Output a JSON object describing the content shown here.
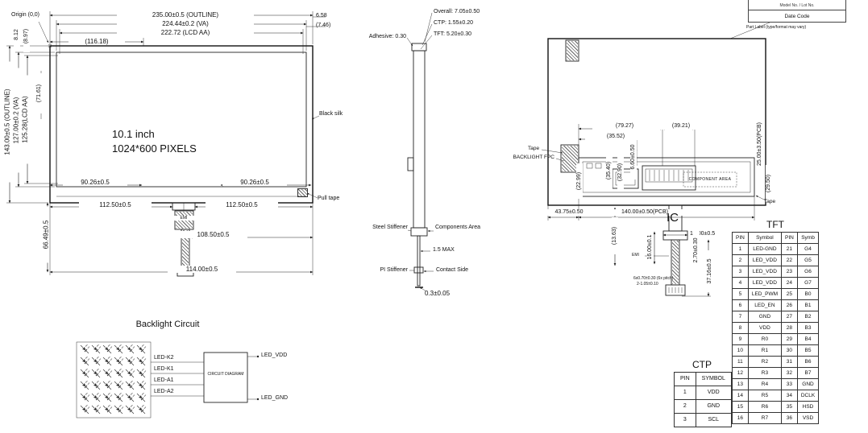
{
  "front_view": {
    "display_line1": "10.1 inch",
    "display_line2": "1024*600 PIXELS",
    "origin": "Origin (0,0)",
    "dim_outline": "235.00±0.5 (OUTLINE)",
    "dim_va": "224.44±0.2 (VA)",
    "dim_aa": "222.72 (LCD AA)",
    "dim_658": "6.58",
    "dim_746": "(7.46)",
    "dim_11618": "(116.18)",
    "dim_v_outline": "143.00±0.5 (OUTLINE)",
    "dim_v_va": "127.00±0.2 (VA)",
    "dim_v_aa": "125.28(LCD AA)",
    "dim_812": "8.12",
    "dim_897": "(8.97)",
    "dim_7161": "(71.61)",
    "dim_9026_l": "90.26±0.5",
    "dim_9026_r": "90.26±0.5",
    "dim_11250_l": "112.50±0.5",
    "dim_11250_r": "112.50±0.5",
    "dim_6649": "66.49±0.5",
    "dim_10850": "108.50±0.5",
    "dim_11400": "114.00±0.5",
    "black_silk": "Black silk",
    "pull_tape": "Pull tape",
    "emi": "EMI"
  },
  "side_view": {
    "overall": "Overall: 7.05±0.50",
    "ctp": "CTP: 1.55±0.20",
    "tft": "TFT: 5.20±0.30",
    "adhesive": "Adhesive: 0.30",
    "steel_stiffener": "Steel Stiffener",
    "components_area": "Components Area",
    "max15": "1.5 MAX",
    "pi_stiffener": "PI Stiffener",
    "contact_side": "Contact Side",
    "dim_03": "0.3±0.05"
  },
  "back_view": {
    "dim_7927": "(79.27)",
    "dim_3921": "(39.21)",
    "dim_3552": "(35.52)",
    "dim_660": "6.60±0.50",
    "dim_2500": "25.00±3.50(PCB)",
    "dim_3540": "(35.40)",
    "dim_3290": "(32.90)",
    "dim_2299": "(22.99)",
    "dim_2950": "(29.50)",
    "tape_top": "Tape",
    "tape_bottom": "Tape",
    "backlight_fpc": "BACKLIGHT FPC",
    "component_area": "COMPONENT AREA",
    "dim_4375": "43.75±0.50",
    "dim_14000": "140.00±0.50(PCB)",
    "dim_1363": "(13.63)",
    "dim_1600": "16.00±0.1",
    "dim_1800": "18.00±0.5",
    "ic": "IC",
    "dim_270": "2.70±0.30",
    "dim_3716": "37.16±0.5",
    "emi": "EMI",
    "conn_note1": "6x0.70±0.30 (6x pitch)",
    "conn_note2": "2-1.05±0.10"
  },
  "part_label_box": {
    "line1": "Model No. / Lot No.",
    "line2": "Date Code",
    "caption": "Part Label (type/format may vary)"
  },
  "backlight": {
    "title": "Backlight Circuit",
    "box_label": "CIRCUIT DIAGRAM",
    "k2": "LED-K2",
    "k1": "LED-K1",
    "a1": "LED-A1",
    "a2": "LED-A2",
    "vdd": "LED_VDD",
    "gnd": "LED_GND",
    "grid": {
      "rows": 6,
      "cols": 6
    }
  },
  "tables": {
    "tft": {
      "title": "TFT",
      "headers": [
        "PIN",
        "Symbol",
        "PIN",
        "Symb"
      ],
      "rows": [
        [
          "1",
          "LED-GND",
          "21",
          "G4"
        ],
        [
          "2",
          "LED_VDD",
          "22",
          "G5"
        ],
        [
          "3",
          "LED_VDD",
          "23",
          "G6"
        ],
        [
          "4",
          "LED_VDD",
          "24",
          "G7"
        ],
        [
          "5",
          "LED_PWM",
          "25",
          "B0"
        ],
        [
          "6",
          "LED_EN",
          "26",
          "B1"
        ],
        [
          "7",
          "GND",
          "27",
          "B2"
        ],
        [
          "8",
          "VDD",
          "28",
          "B3"
        ],
        [
          "9",
          "R0",
          "29",
          "B4"
        ],
        [
          "10",
          "R1",
          "30",
          "B5"
        ],
        [
          "11",
          "R2",
          "31",
          "B6"
        ],
        [
          "12",
          "R3",
          "32",
          "B7"
        ],
        [
          "13",
          "R4",
          "33",
          "GND"
        ],
        [
          "14",
          "R5",
          "34",
          "DCLK"
        ],
        [
          "15",
          "R6",
          "35",
          "HSD"
        ],
        [
          "16",
          "R7",
          "36",
          "VSD"
        ]
      ]
    },
    "ctp": {
      "title": "CTP",
      "headers": [
        "PIN",
        "SYMBOL"
      ],
      "rows": [
        [
          "1",
          "VDD"
        ],
        [
          "2",
          "GND"
        ],
        [
          "3",
          "SCL"
        ]
      ]
    }
  }
}
